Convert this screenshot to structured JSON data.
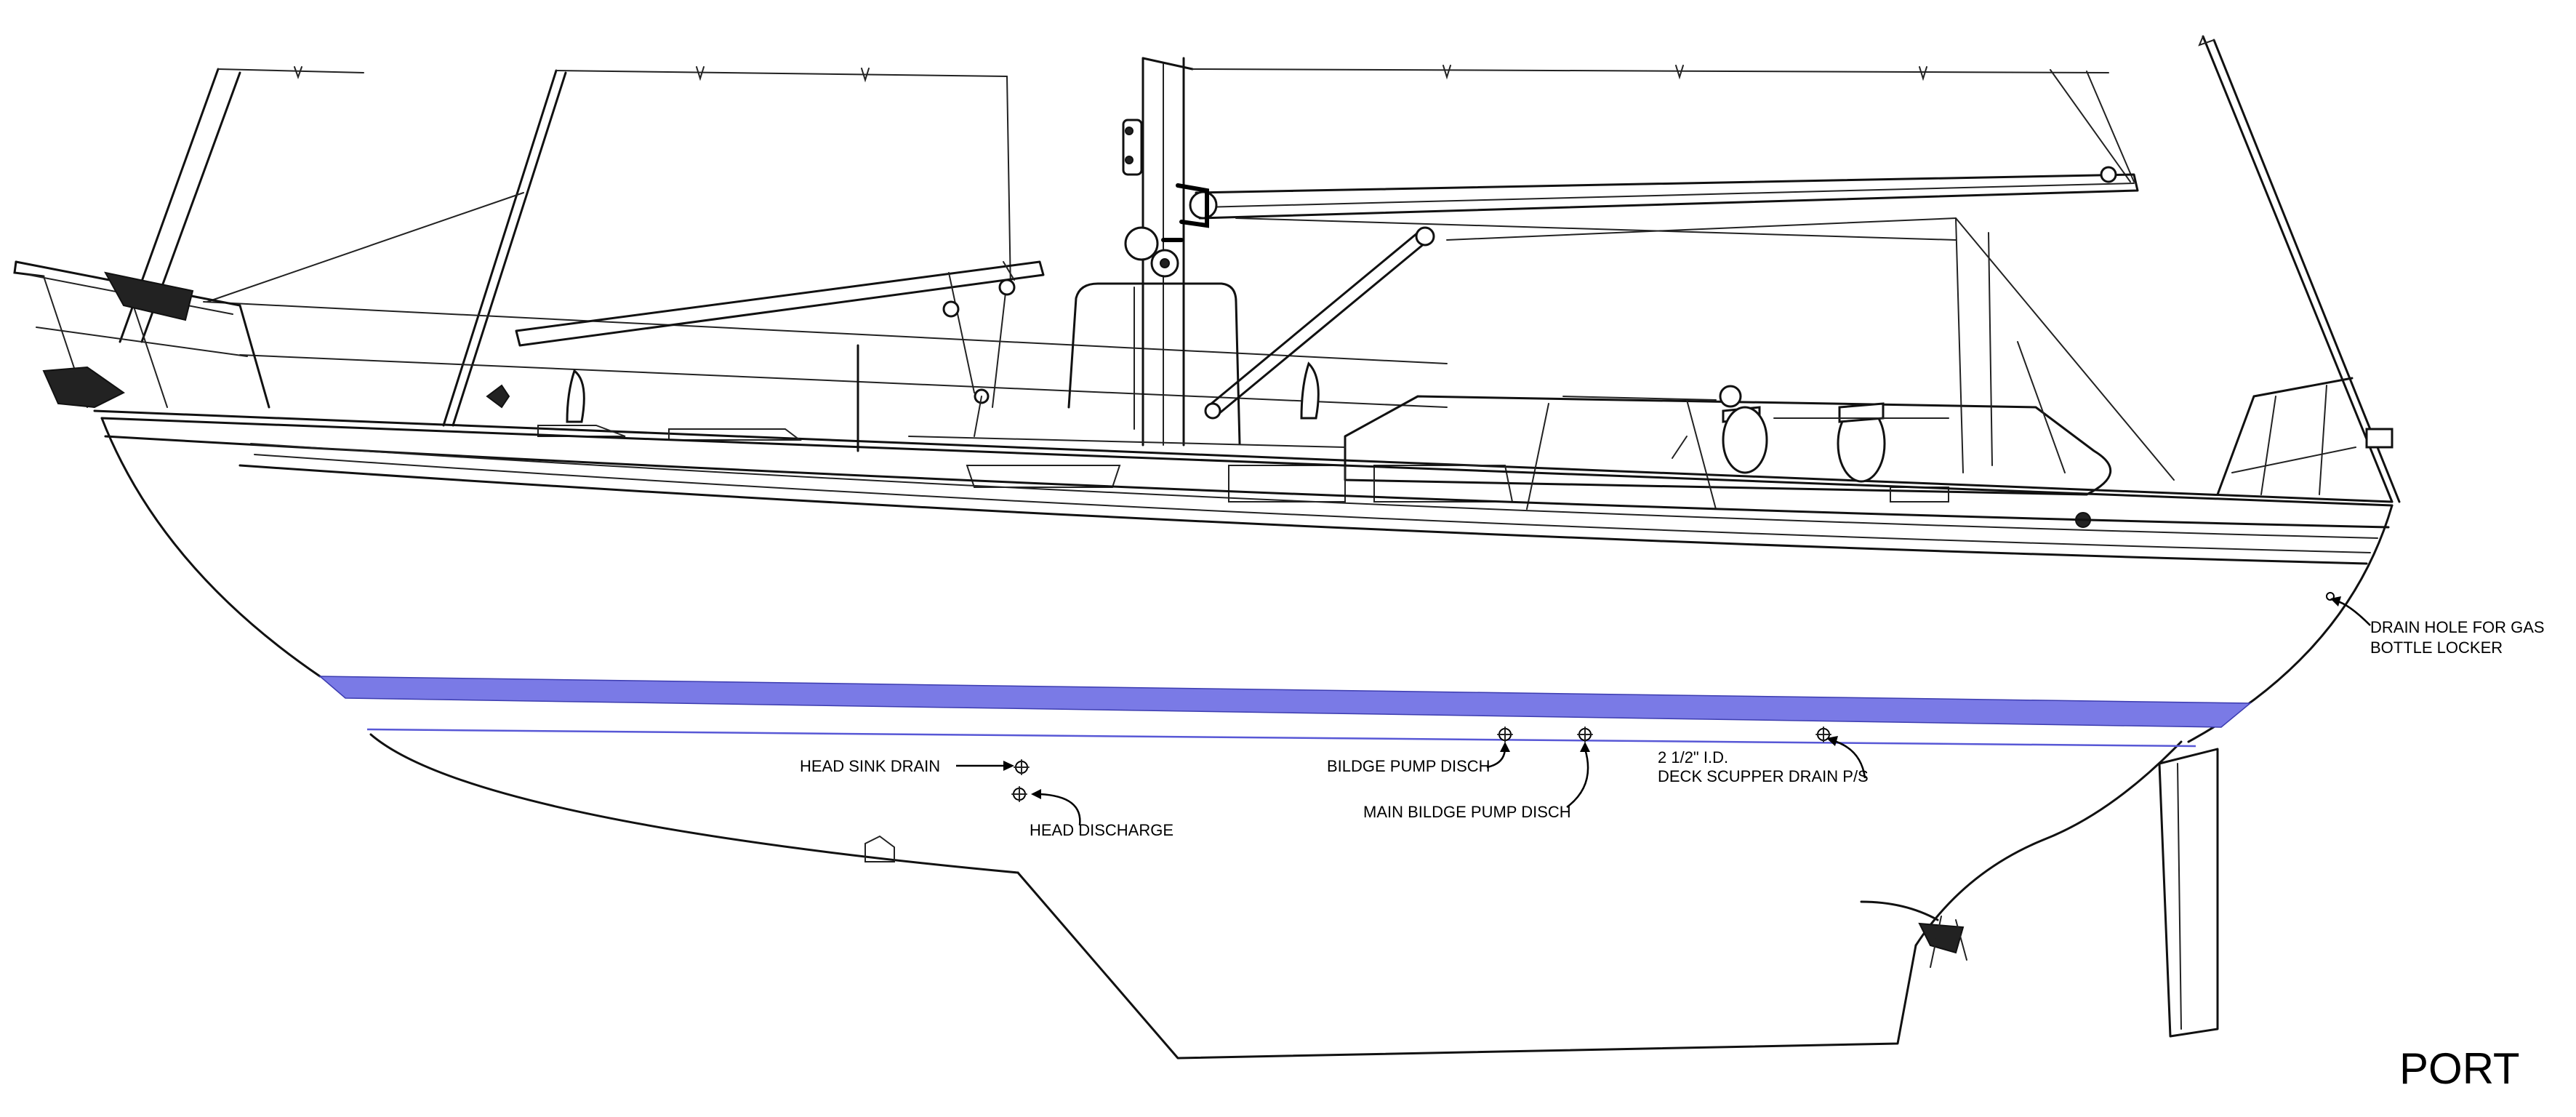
{
  "drawing": {
    "side": "PORT",
    "boot_stripe_color": "#7a7ae6",
    "waterline_color": "#5858d6",
    "line_color": "#111111",
    "callouts": [
      {
        "id": "drain-hole",
        "lines": [
          "DRAIN HOLE FOR GAS",
          "BOTTLE LOCKER"
        ]
      },
      {
        "id": "head-sink-drain",
        "lines": [
          "HEAD SINK DRAIN"
        ]
      },
      {
        "id": "head-discharge",
        "lines": [
          "HEAD DISCHARGE"
        ]
      },
      {
        "id": "bilge-pump-disch",
        "lines": [
          "BILDGE PUMP DISCH"
        ]
      },
      {
        "id": "main-bilge-pump-disch",
        "lines": [
          "MAIN BILDGE PUMP DISCH"
        ]
      },
      {
        "id": "deck-scupper-drain",
        "lines": [
          "2 1/2\" I.D.",
          "DECK SCUPPER DRAIN P/S"
        ]
      }
    ]
  }
}
